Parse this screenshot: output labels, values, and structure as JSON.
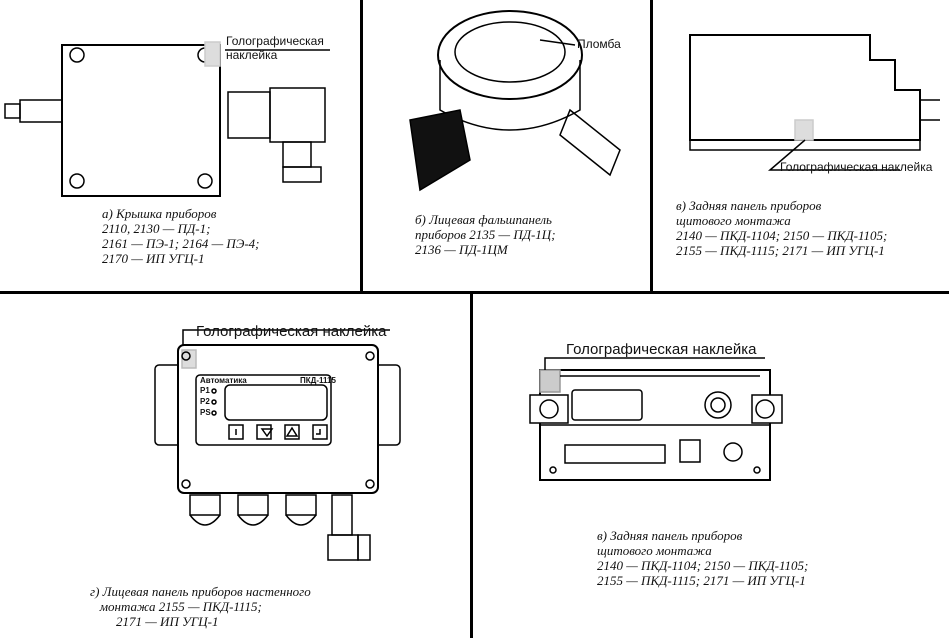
{
  "panels": [
    {
      "label": "Голографическая\nнаклейка",
      "caption": [
        "а) Крышка приборов",
        "2110, 2130 — ПД-1;",
        "2161 — ПЭ-1; 2164 — ПЭ-4;",
        "2170 — ИП УГЦ-1"
      ]
    },
    {
      "label": "Пломба",
      "caption": [
        "б) Лицевая фальшпанель",
        "приборов 2135 — ПД-1Ц;",
        "2136 — ПД-1ЦМ"
      ]
    },
    {
      "label": "Голографическая наклейка",
      "caption": [
        "в) Задняя панель приборов",
        "щитового монтажа",
        "2140 — ПКД-1104; 2150 — ПКД-1105;",
        "2155 — ПКД-1115; 2171 — ИП УГЦ-1"
      ]
    },
    {
      "label": "Голографическая наклейка",
      "caption": [
        "г) Лицевая панель приборов настенного",
        "монтажа 2155 — ПКД-1115;",
        "2171 — ИП УГЦ-1"
      ],
      "device": {
        "brand": "Автоматика",
        "model": "ПКД-1115",
        "leds": [
          "P1",
          "P2",
          "PS"
        ]
      }
    },
    {
      "label": "Голографическая наклейка",
      "caption": [
        "в) Задняя панель приборов",
        "щитового монтажа",
        "2140 — ПКД-1104; 2150 — ПКД-1105;",
        "2155 — ПКД-1115; 2171 — ИП УГЦ-1"
      ]
    }
  ]
}
